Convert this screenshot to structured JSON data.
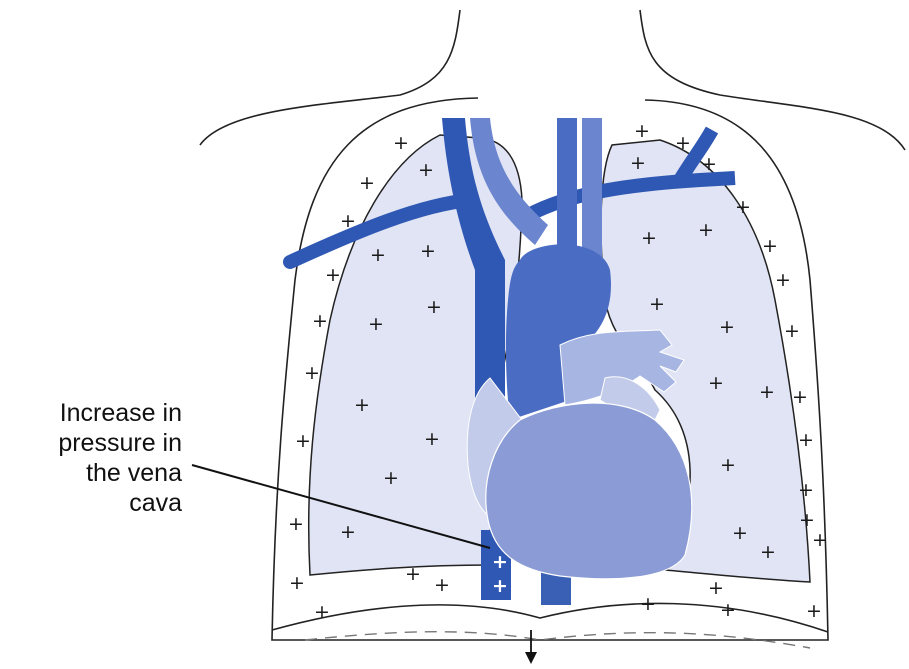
{
  "annotation": {
    "lines": [
      "Increase in",
      "pressure in",
      "the vena",
      "cava"
    ]
  },
  "symbols": {
    "pressure_sign": "+"
  },
  "colors": {
    "pleura_outline": "#222222",
    "lung_fill": "#e0e4f4",
    "vena_cava": "#2f58b4",
    "aorta": "#4a6cc2",
    "pulmonary_trunk": "#6c85cf",
    "heart": "#8b9bd6",
    "atrium": "#c3cbea",
    "pulmonary_vessels": "#a7b5e3"
  },
  "icons": [
    "down-arrow-icon"
  ]
}
